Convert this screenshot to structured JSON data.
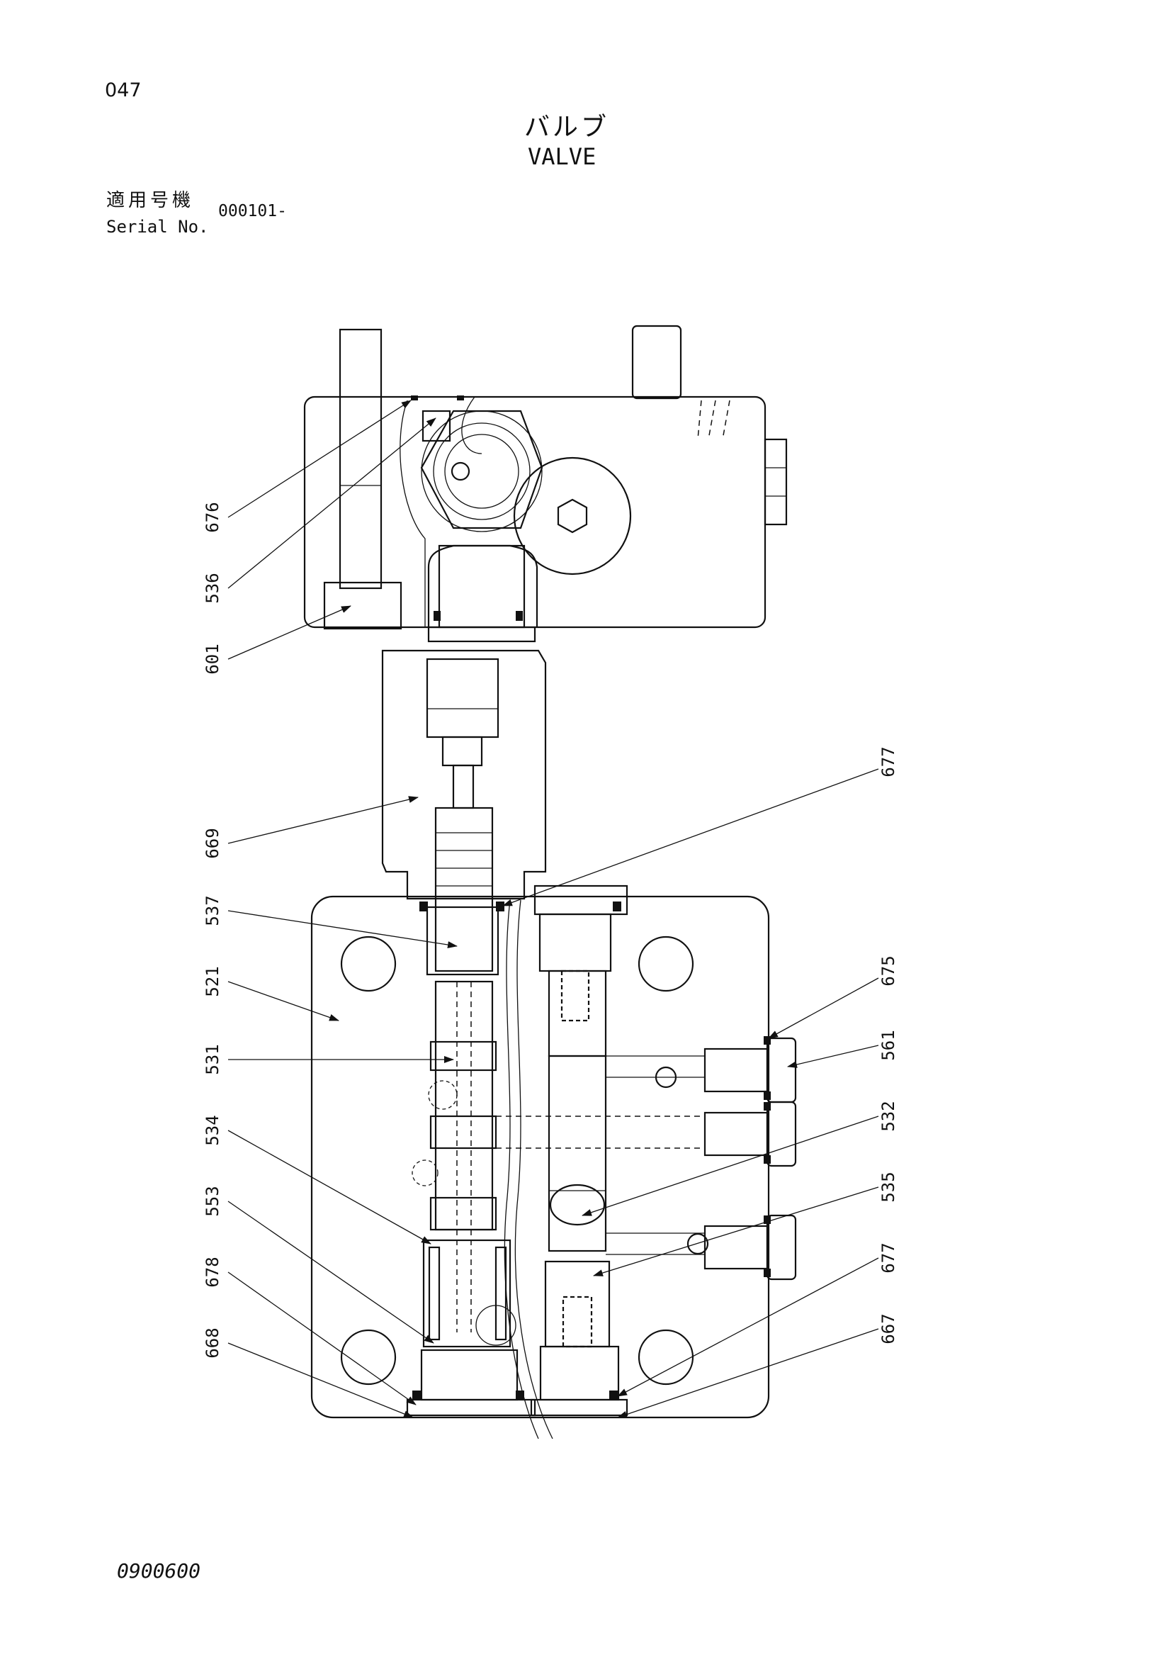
{
  "header": {
    "page_number": "047",
    "title_ja": "バルブ",
    "title_en": "VALVE",
    "serial_label_ja": "適用号機",
    "serial_label_en": "Serial No.",
    "serial_value": "000101-"
  },
  "footer": {
    "doc_code": "0900600"
  },
  "callouts": {
    "c676": "676",
    "c536": "536",
    "c601": "601",
    "c669": "669",
    "c537": "537",
    "c521": "521",
    "c531": "531",
    "c534": "534",
    "c553": "553",
    "c678": "678",
    "c668": "668",
    "c677a": "677",
    "c675": "675",
    "c561": "561",
    "c532": "532",
    "c535": "535",
    "c677b": "677",
    "c667": "667"
  }
}
